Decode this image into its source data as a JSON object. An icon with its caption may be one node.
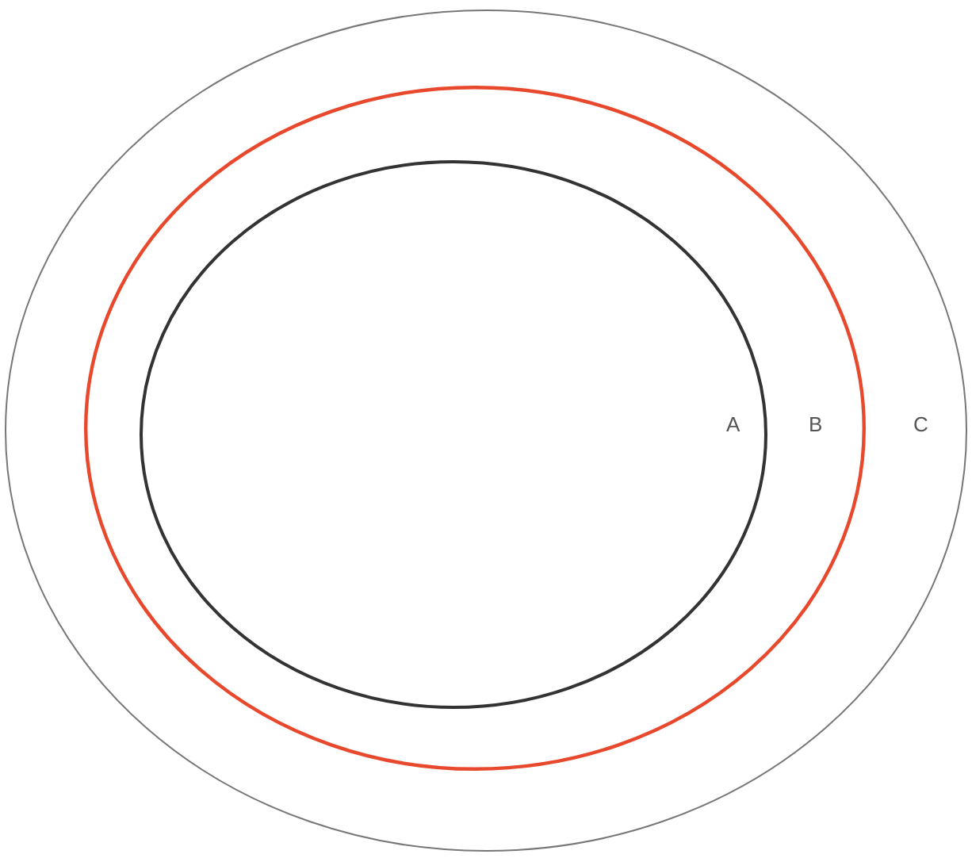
{
  "diagram": {
    "nodes": [
      {
        "text": [
          "C"
        ]
      },
      {
        "text": [
          "B"
        ],
        "in": 0
      },
      {
        "text": [
          "A"
        ],
        "in": 1
      }
    ]
  }
}
